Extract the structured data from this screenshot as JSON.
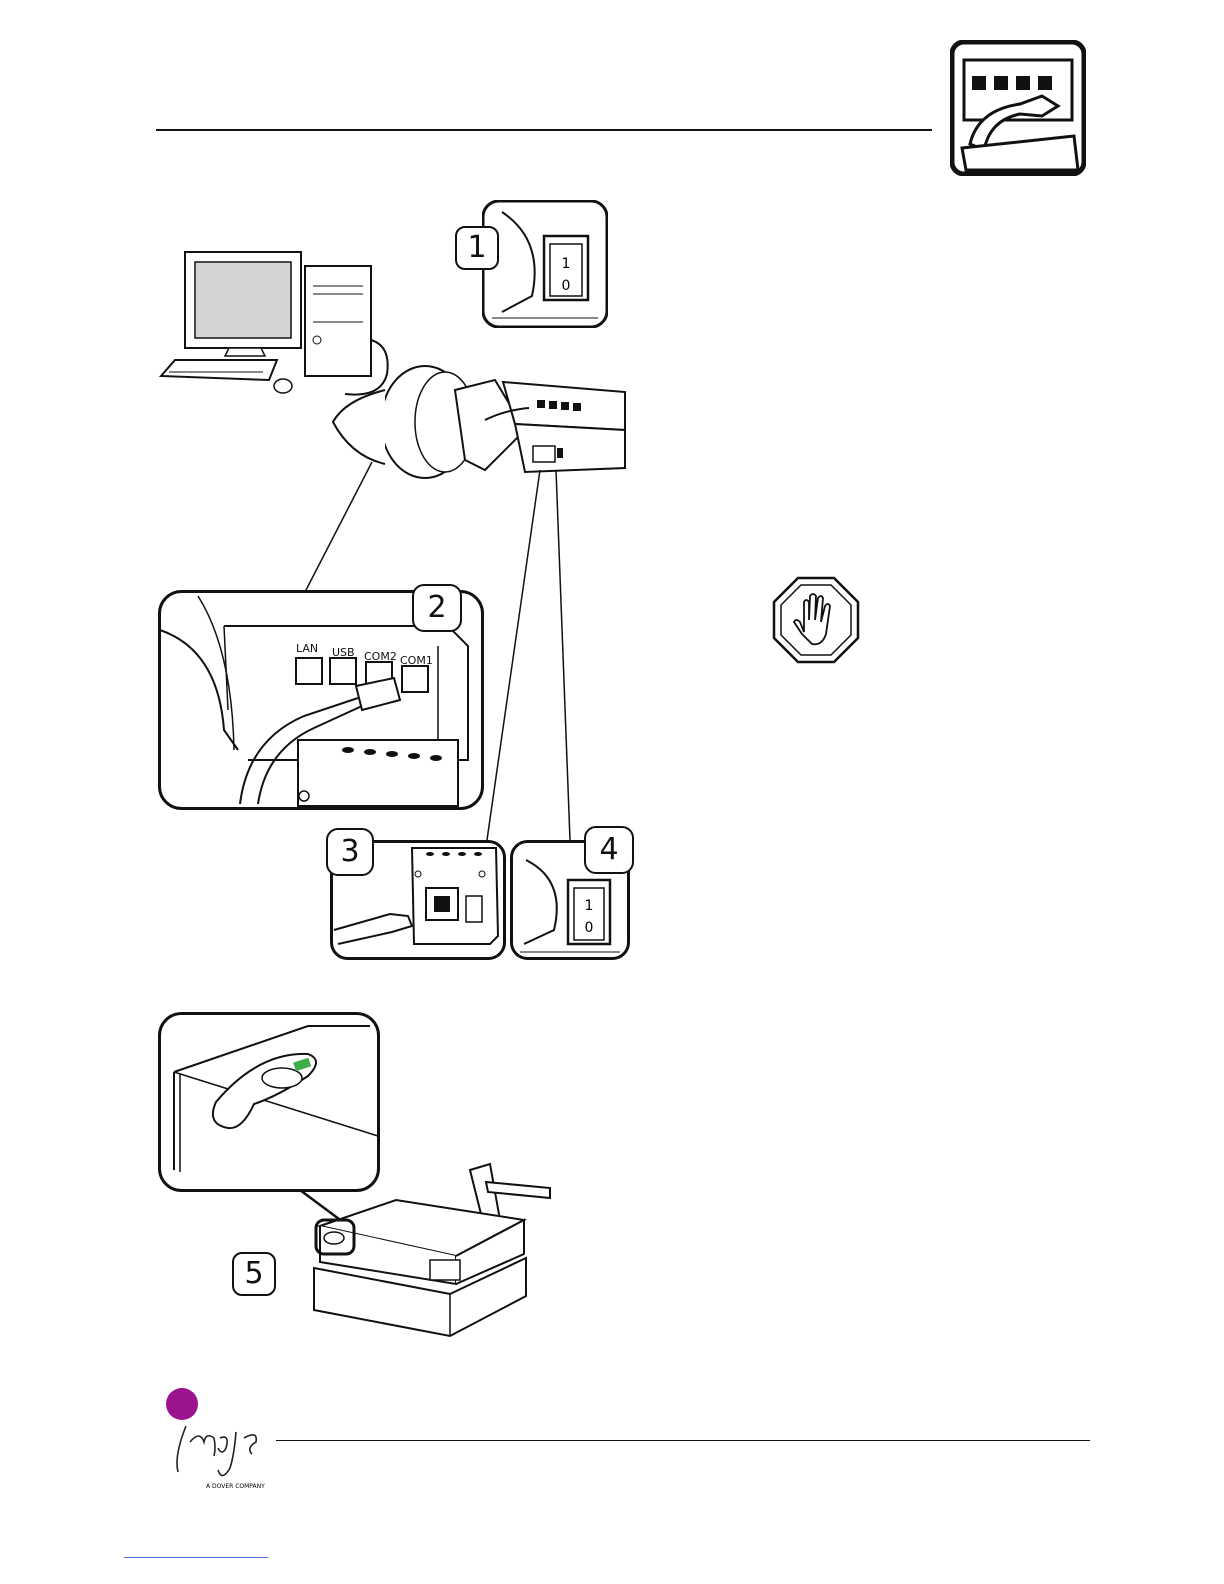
{
  "page": {
    "header_icon": "network-cable-icon",
    "warning_icon": "stop-hand-icon"
  },
  "steps": [
    {
      "number": "1",
      "icon": "power-switch-icon"
    },
    {
      "number": "2",
      "icon": "cable-port-icon"
    },
    {
      "number": "3",
      "icon": "power-socket-icon"
    },
    {
      "number": "4",
      "icon": "power-switch-icon"
    },
    {
      "number": "5",
      "icon": "status-led-icon"
    }
  ],
  "ports": {
    "lan": "LAN",
    "usb": "USB",
    "com2": "COM2",
    "com1": "COM1"
  },
  "switch_labels": {
    "on": "1",
    "off": "0"
  },
  "footer": {
    "logo_text": "imaje",
    "logo_tagline": "A DOVER COMPANY"
  },
  "colors": {
    "led": "#3dae49",
    "logo_dot": "#9c1390",
    "footer_link_line": "#4a6fd6"
  }
}
